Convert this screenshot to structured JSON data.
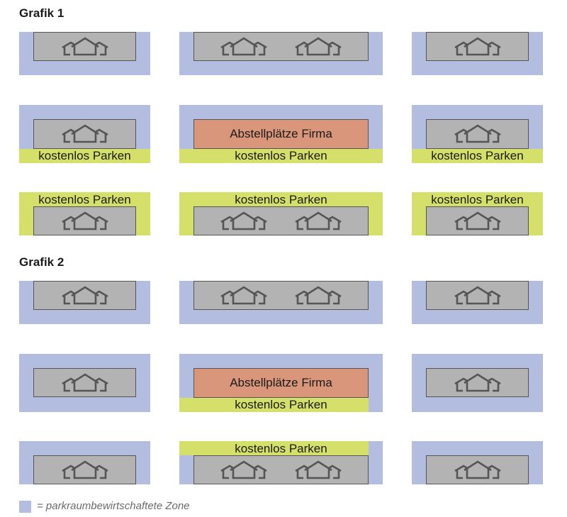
{
  "colors": {
    "zone": "#b3bde0",
    "free": "#d4e06a",
    "firma": "#d9967a",
    "building": "#b3b3b3",
    "outline": "#555555"
  },
  "icons": {
    "building": "houses-icon"
  },
  "graphics": [
    {
      "title": "Grafik 1"
    },
    {
      "title": "Grafik 2"
    }
  ],
  "labels": {
    "free_parking": "kostenlos Parken",
    "company_parking": "Abstellplätze Firma"
  },
  "legend": {
    "text": "= parkraumbewirtschaftete Zone"
  }
}
